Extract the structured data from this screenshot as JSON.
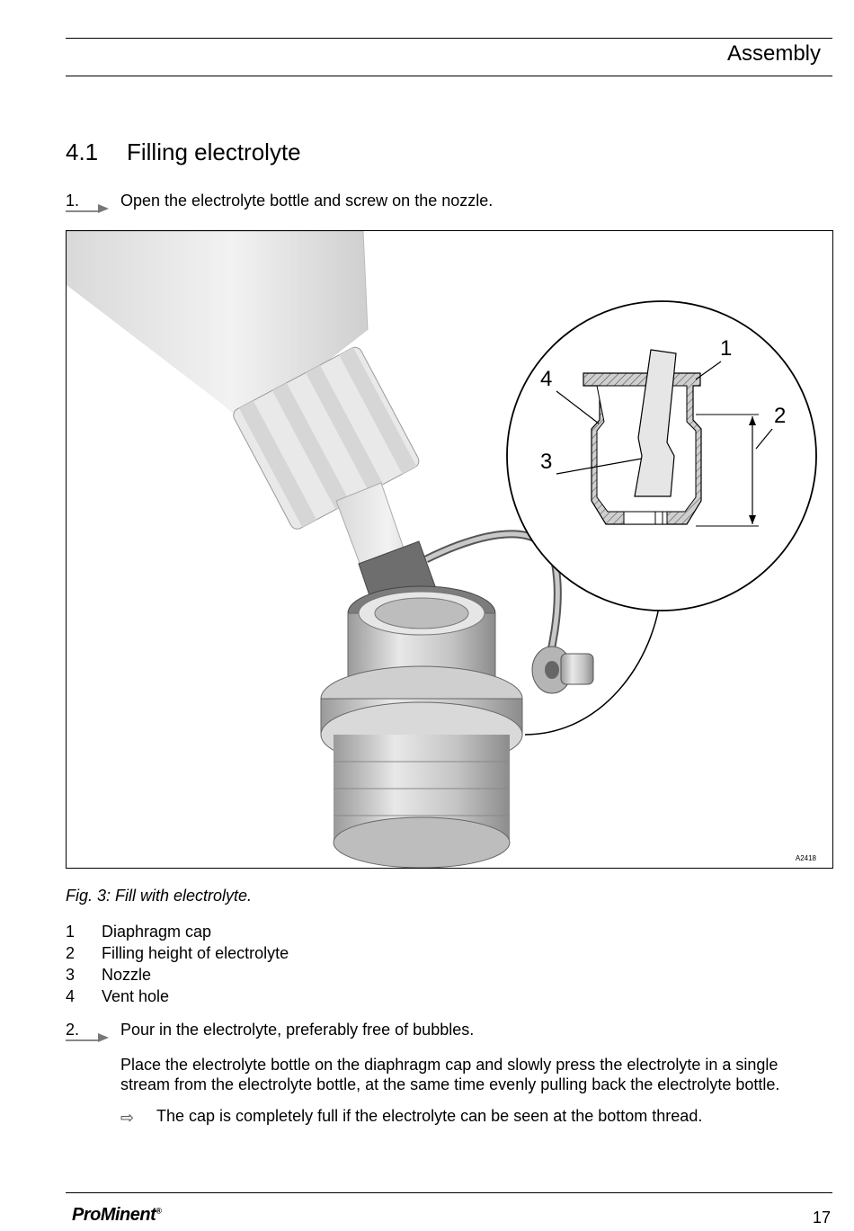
{
  "header": {
    "title": "Assembly"
  },
  "section": {
    "number": "4.1",
    "title": "Filling electrolyte"
  },
  "steps": [
    {
      "number": "1.",
      "text": "Open the electrolyte bottle and screw on the nozzle."
    },
    {
      "number": "2.",
      "text": "Pour in the electrolyte, preferably free of bubbles."
    }
  ],
  "figure": {
    "callouts": [
      "1",
      "2",
      "3",
      "4"
    ],
    "id": "A2418",
    "caption": "Fig. 3: Fill with electrolyte."
  },
  "legend": [
    {
      "num": "1",
      "label": "Diaphragm cap"
    },
    {
      "num": "2",
      "label": "Filling height of electrolyte"
    },
    {
      "num": "3",
      "label": "Nozzle"
    },
    {
      "num": "4",
      "label": "Vent hole"
    }
  ],
  "paragraph": "Place the electrolyte bottle on the diaphragm cap and slowly press the electrolyte in a single stream from the electrolyte bottle, at the same time evenly pulling back the electrolyte bottle.",
  "result": {
    "symbol": "⇨",
    "text": "The cap is completely full if the electrolyte can be seen at the bottom thread."
  },
  "footer": {
    "brand": "ProMinent",
    "brand_mark": "®",
    "page_number": "17"
  }
}
